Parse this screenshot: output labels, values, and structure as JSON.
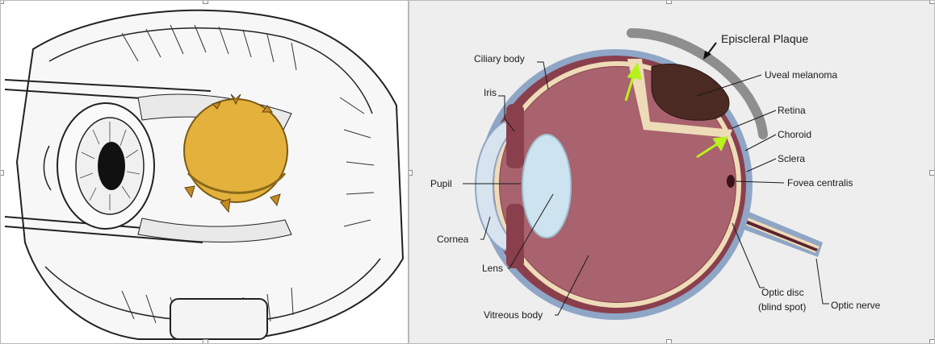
{
  "labels": {
    "episcleral_plaque": "Episcleral Plaque",
    "uveal_melanoma": "Uveal melanoma",
    "retina": "Retina",
    "choroid": "Choroid",
    "sclera": "Sclera",
    "fovea_centralis": "Fovea centralis",
    "optic_disc_line1": "Optic disc",
    "optic_disc_line2": "(blind spot)",
    "optic_nerve": "Optic nerve",
    "ciliary_body": "Ciliary body",
    "iris": "Iris",
    "pupil": "Pupil",
    "cornea": "Cornea",
    "lens": "Lens",
    "vitreous_body": "Vitreous body"
  },
  "colors": {
    "plaque_gold": "#e4b13c",
    "eye_wall": "#8a3f4c",
    "vitreous": "#a8636e",
    "sclera_blue": "#8fa6c6",
    "retina_beige": "#eedbb8",
    "tumor": "#4a2a22",
    "arrow_green": "#b7f21c",
    "episcleral_gray": "#8e8e8e",
    "lens_blue": "#cde3ef"
  }
}
